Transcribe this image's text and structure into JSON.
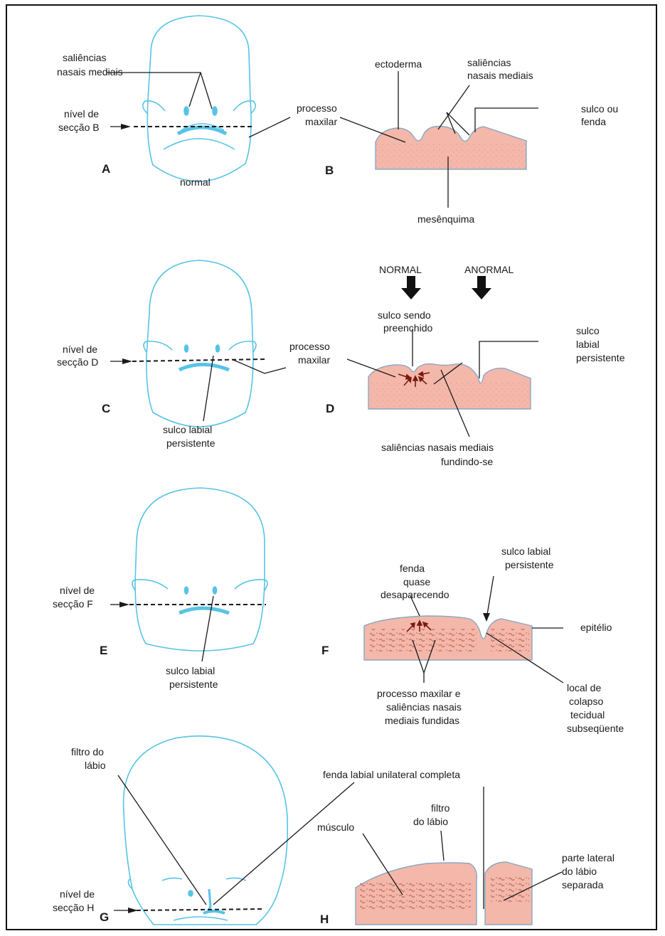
{
  "panels": {
    "A": "A",
    "B": "B",
    "C": "C",
    "D": "D",
    "E": "E",
    "F": "F",
    "G": "G",
    "H": "H"
  },
  "labels": {
    "a_nasal_1": "saliências",
    "a_nasal_2": "nasais mediais",
    "a_level_1": "nível de",
    "a_level_2": "secção B",
    "a_normal": "normal",
    "b_ectoderm": "ectoderma",
    "b_nasal_1": "saliências",
    "b_nasal_2": "nasais mediais",
    "b_groove_1": "sulco ou",
    "b_groove_2": "fenda",
    "b_maxillary_1": "processo",
    "b_maxillary_2": "maxilar",
    "b_mesenchyme": "mesênquima",
    "c_level_1": "nível de",
    "c_level_2": "secção D",
    "c_groove_1": "sulco labial",
    "c_groove_2": "persistente",
    "d_normal": "NORMAL",
    "d_abnormal": "ANORMAL",
    "d_filling_1": "sulco sendo",
    "d_filling_2": "preenchido",
    "d_maxillary_1": "processo",
    "d_maxillary_2": "maxilar",
    "d_groove_1": "sulco",
    "d_groove_2": "labial",
    "d_groove_3": "persistente",
    "d_fusing_1": "saliências nasais mediais",
    "d_fusing_2": "fundindo-se",
    "e_level_1": "nível de",
    "e_level_2": "secção F",
    "e_groove_1": "sulco labial",
    "e_groove_2": "persistente",
    "f_cleft_1": "fenda",
    "f_cleft_2": "quase",
    "f_cleft_3": "desaparecendo",
    "f_groove_1": "sulco labial",
    "f_groove_2": "persistente",
    "f_epithelium": "epitélio",
    "f_fused_1": "processo maxilar e",
    "f_fused_2": "saliências nasais",
    "f_fused_3": "mediais fundidas",
    "f_collapse_1": "local de",
    "f_collapse_2": "colapso",
    "f_collapse_3": "tecidual",
    "f_collapse_4": "subseqüente",
    "g_philtrum_1": "filtro do",
    "g_philtrum_2": "lábio",
    "g_level_1": "nível de",
    "g_level_2": "secção H",
    "h_cleft": "fenda labial unilateral completa",
    "h_philtrum_1": "filtro",
    "h_philtrum_2": "do lábio",
    "h_muscle": "músculo",
    "h_lateral_1": "parte lateral",
    "h_lateral_2": "do lábio",
    "h_lateral_3": "separada"
  },
  "colors": {
    "face_outline": "#57c3e6",
    "tissue_fill": "#f3b8aa",
    "tissue_edge": "#c98a80",
    "epithelium": "#8aa7c4",
    "muscle_dots": "#c7705e",
    "ink": "#1a1a1a"
  }
}
